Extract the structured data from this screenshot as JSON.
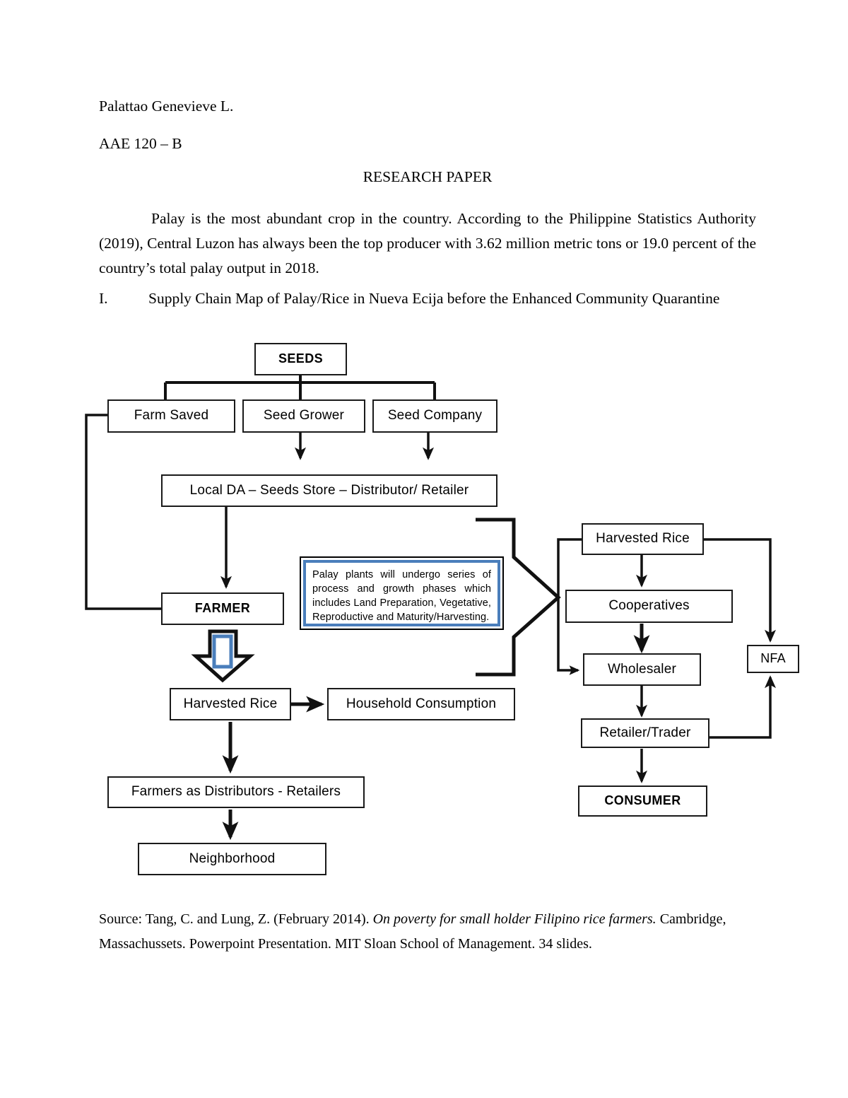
{
  "document": {
    "author": "Palattao Genevieve L.",
    "course": "AAE 120 – B",
    "title": "RESEARCH PAPER",
    "intro_paragraph": "Palay is the most abundant crop in the country. According to the Philippine Statistics Authority (2019), Central Luzon has always been the top producer with 3.62 million metric tons or 19.0 percent of the country’s total palay output in 2018.",
    "section": {
      "number": "I.",
      "heading": "Supply Chain Map of Palay/Rice in Nueva Ecija before the Enhanced Community Quarantine"
    },
    "source": {
      "prefix": "Source: Tang, C. and Lung, Z. (February 2014).",
      "italic_title": "On poverty for small holder Filipino rice farmers.",
      "suffix": "Cambridge, Massachussets. Powerpoint Presentation. MIT Sloan School of Management. 34 slides."
    }
  },
  "diagram": {
    "colors": {
      "stroke": "#1a1a1a",
      "callout_accent": "#4a7ebb",
      "background": "#ffffff"
    },
    "nodes": {
      "seeds": "SEEDS",
      "farm_saved": "Farm Saved",
      "seed_grower": "Seed Grower",
      "seed_company": "Seed Company",
      "local_da": "Local DA – Seeds Store – Distributor/ Retailer",
      "farmer": "FARMER",
      "harvested_rice_left": "Harvested Rice",
      "household_consumption": "Household Consumption",
      "farmers_as_distributors": "Farmers as Distributors - Retailers",
      "neighborhood": "Neighborhood",
      "harvested_rice_right": "Harvested Rice",
      "cooperatives": "Cooperatives",
      "wholesaler": "Wholesaler",
      "nfa": "NFA",
      "retailer_trader": "Retailer/Trader",
      "consumer": "CONSUMER"
    },
    "callout": {
      "text": "Palay plants will undergo series of process and growth phases which includes Land Preparation, Vegetative, Reproductive and Maturity/Harvesting."
    }
  }
}
